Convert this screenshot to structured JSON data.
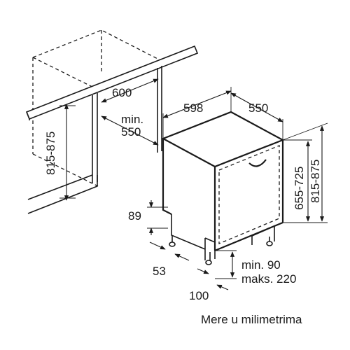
{
  "dimensions": {
    "niche_depth": "600",
    "niche_min_line1": "min.",
    "niche_min_line2": "550",
    "niche_height": "815-875",
    "appliance_width": "598",
    "appliance_depth": "550",
    "appliance_height_left": "655-725",
    "appliance_height_right": "815-875",
    "plinth_height": "89",
    "foot_offset": "53",
    "door_gap": "100",
    "plinth_gap_min": "min. 90",
    "plinth_gap_max": "maks. 220"
  },
  "caption": "Mere u milimetrima"
}
